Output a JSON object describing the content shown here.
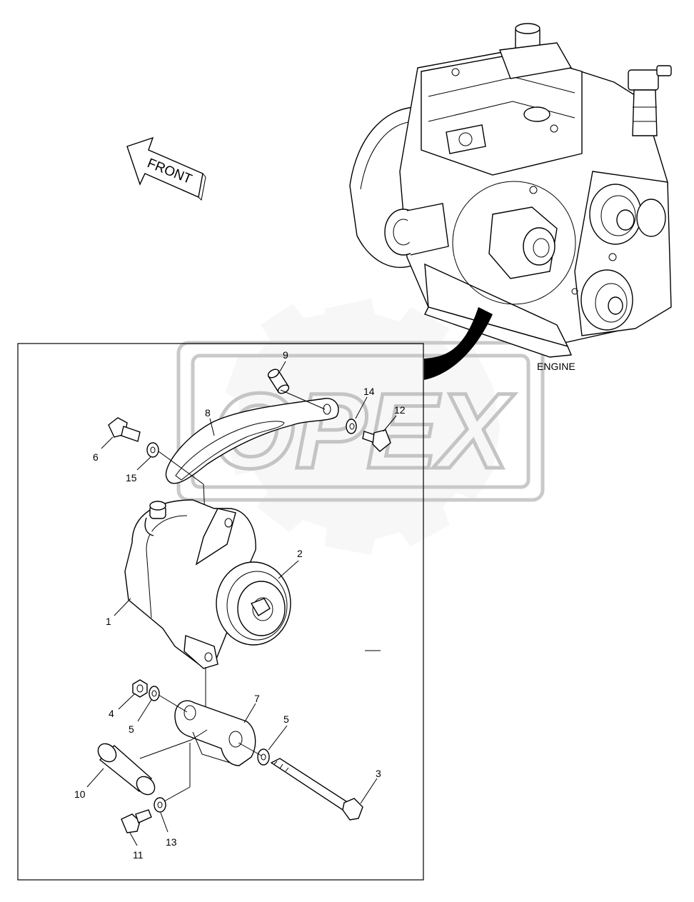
{
  "direction_label": "FRONT",
  "engine_label": "ENGINE",
  "watermark_text": "OPEX",
  "callouts": [
    {
      "id": "1",
      "part": "alternator"
    },
    {
      "id": "2",
      "part": "pulley"
    },
    {
      "id": "3",
      "part": "long-bolt"
    },
    {
      "id": "4",
      "part": "nut"
    },
    {
      "id": "5a",
      "label": "5",
      "part": "washer"
    },
    {
      "id": "5b",
      "label": "5",
      "part": "washer"
    },
    {
      "id": "6",
      "part": "bolt"
    },
    {
      "id": "7",
      "part": "bracket"
    },
    {
      "id": "8",
      "part": "adjusting-strap"
    },
    {
      "id": "9",
      "part": "spacer"
    },
    {
      "id": "10",
      "part": "sleeve"
    },
    {
      "id": "11",
      "part": "bolt"
    },
    {
      "id": "12",
      "part": "bolt"
    },
    {
      "id": "13",
      "part": "washer"
    },
    {
      "id": "14",
      "part": "washer"
    },
    {
      "id": "15",
      "part": "washer"
    }
  ]
}
